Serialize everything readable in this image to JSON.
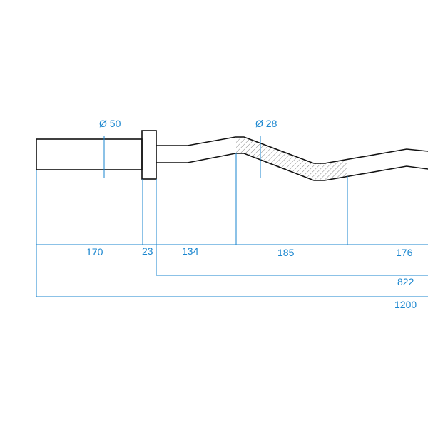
{
  "diameters": {
    "sleeve": "Ø 50",
    "grip": "Ø 28"
  },
  "dimensions": {
    "sleeve": "170",
    "collar": "23",
    "straight": "134",
    "grip_bend": "185",
    "second_section": "176",
    "inner_length": "822",
    "total_length": "1200"
  },
  "colors": {
    "dimension": "#1a86cf",
    "outline": "#111111"
  }
}
